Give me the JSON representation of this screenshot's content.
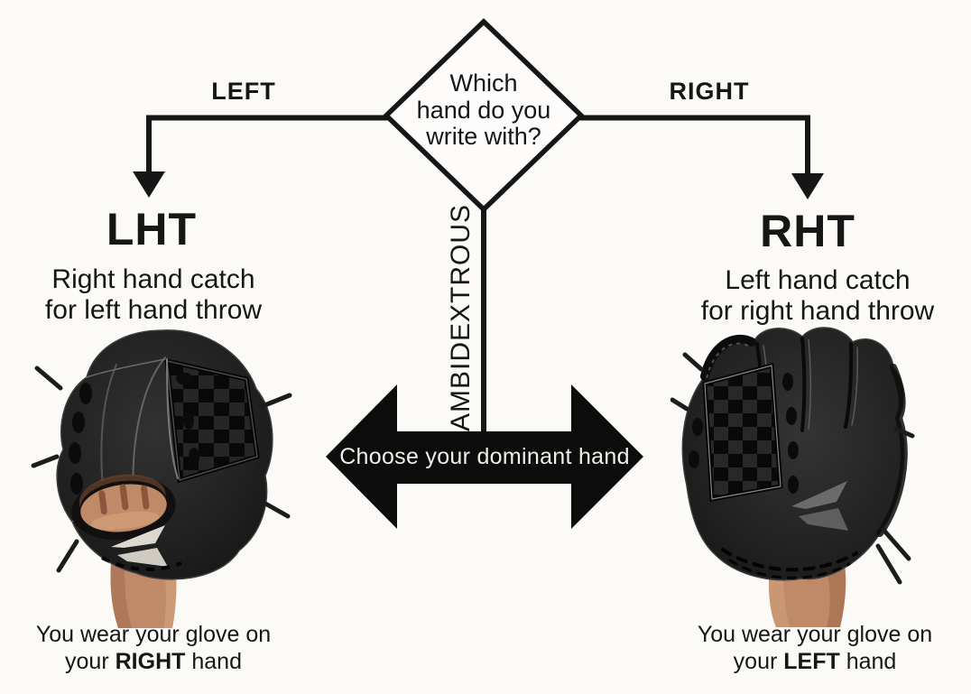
{
  "colors": {
    "background": "#fbfaf7",
    "ink": "#161616",
    "diamond_fill": "#fdfcfb",
    "arrow_fill": "#0c0c0c",
    "arrow_text": "#f1eee8",
    "glove_dark": "#1f1f1f",
    "skin": "#c08a68",
    "logo_light": "#ddd9d0",
    "logo_gray": "#6b6b6b"
  },
  "diamond": {
    "question": "Which\nhand do you\nwrite with?"
  },
  "left_branch": {
    "label": "LEFT",
    "heading": "LHT",
    "description": "Right hand catch\nfor left hand throw",
    "caption_line1": "You wear your glove on",
    "caption_line2_prefix": "your ",
    "caption_line2_bold": "RIGHT",
    "caption_line2_suffix": " hand"
  },
  "right_branch": {
    "label": "RIGHT",
    "heading": "RHT",
    "description": "Left hand catch\nfor right hand throw",
    "caption_line1": "You wear your glove on",
    "caption_line2_prefix": "your ",
    "caption_line2_bold": "LEFT",
    "caption_line2_suffix": " hand"
  },
  "center": {
    "vertical_label": "AMBIDEXTROUS",
    "arrow_label": "Choose your dominant hand"
  }
}
